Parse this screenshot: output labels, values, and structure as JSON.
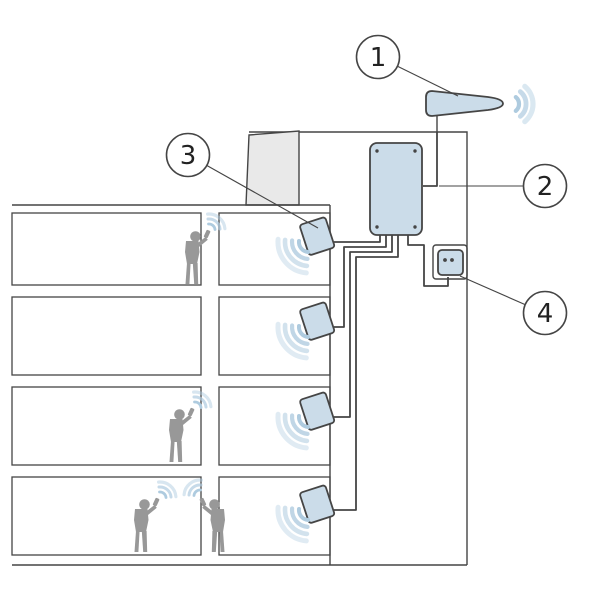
{
  "callouts": [
    {
      "number": "1",
      "points_to": "outdoor-donor-antenna"
    },
    {
      "number": "2",
      "points_to": "signal-booster-unit"
    },
    {
      "number": "3",
      "points_to": "indoor-panel-antenna"
    },
    {
      "number": "4",
      "points_to": "power-outlet"
    }
  ],
  "colors": {
    "line": "#454545",
    "device_fill": "#cbdce9",
    "wave": "#aecbdf",
    "silhouette": "#989898",
    "structure_fill": "#e9e9e9",
    "background": "#ffffff",
    "callout_text": "#222222"
  }
}
